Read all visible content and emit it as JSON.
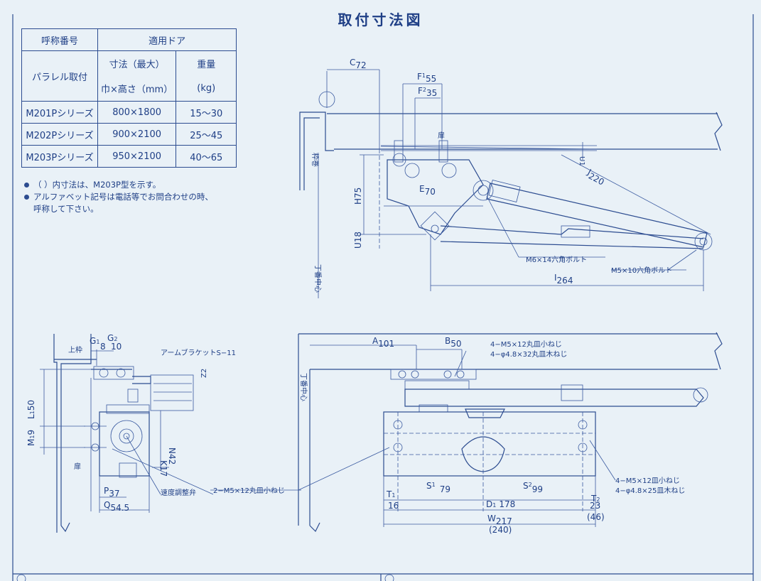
{
  "title": "取付寸法図",
  "table": {
    "header": [
      "呼称番号",
      "適用ドア"
    ],
    "row_label": "パラレル取付",
    "col_size_title": "寸法（最大）",
    "col_size_unit": "巾×高さ（mm）",
    "col_weight_title": "重量",
    "col_weight_unit": "(kg)",
    "rows": [
      {
        "model": "M201Pシリーズ",
        "size": "800×1800",
        "weight": "15〜30"
      },
      {
        "model": "M202Pシリーズ",
        "size": "900×2100",
        "weight": "25〜45"
      },
      {
        "model": "M203Pシリーズ",
        "size": "950×2100",
        "weight": "40〜65"
      }
    ]
  },
  "notes": [
    "（ ）内寸法は、M203P型を示す。",
    "アルファベット記号は電話等でお問合わせの時、",
    "呼称して下さい。"
  ],
  "top_view": {
    "C": "C",
    "C_val": "72",
    "F1": "F",
    "F1_sub": "1",
    "F1_val": "55",
    "F2": "F",
    "F2_sub": "2",
    "F2_val": "35",
    "door": "扉",
    "frame": "枠巻",
    "J": "J",
    "J_val": "220",
    "E": "E",
    "E_val": "70",
    "H": "H",
    "H_val": "75",
    "U": "U",
    "U_val": "18",
    "U1": "U",
    "U1_val": "1",
    "hinge": "丁番中心",
    "bolt1": "M6×14六角ボルト",
    "bolt2": "M5×10六角ボルト",
    "I": "I",
    "I_val": "264"
  },
  "side_view": {
    "G1": "G",
    "G1_sub": "1",
    "G1_val": "8",
    "G2": "G",
    "G2_sub": "2",
    "G2_val": "10",
    "upper_frame": "上枠",
    "arm_bracket": "アームブラケットS−11",
    "L1": "L",
    "L1_sub": "1",
    "L1_val": "50",
    "M1": "M",
    "M1_sub": "1",
    "M1_val": "9",
    "N": "N",
    "N_val": "42",
    "K": "K",
    "K_val": "17",
    "door": "扉",
    "speed_valve": "速度調整弁",
    "P": "P",
    "P_val": "37",
    "Q": "Q",
    "Q_val": "54.5",
    "screw": "2−M5×12丸皿小ねじ",
    "Zn": "Z",
    "Zn_val": "2"
  },
  "front_view": {
    "hinge": "丁番中心",
    "A": "A",
    "A_val": "101",
    "B": "B",
    "B_val": "50",
    "screwA1": "4−M5×12丸皿小ねじ",
    "screwA2": "4−φ4.8×32丸皿木ねじ",
    "screwB1": "4−M5×12皿小ねじ",
    "screwB2": "4−φ4.8×25皿木ねじ",
    "S1": "S",
    "S1_sub": "1",
    "S1_val": "79",
    "S2": "S",
    "S2_sub": "2",
    "S2_val": "99",
    "T1": "T",
    "T1_sub": "1",
    "T1_val": "16",
    "T2": "T",
    "T2_sub": "2",
    "T2_val": "23",
    "T2_alt": "(46)",
    "D": "D",
    "D_sub": "1",
    "D_val": "178",
    "W": "W",
    "W_val": "217",
    "W_alt": "(240)"
  }
}
